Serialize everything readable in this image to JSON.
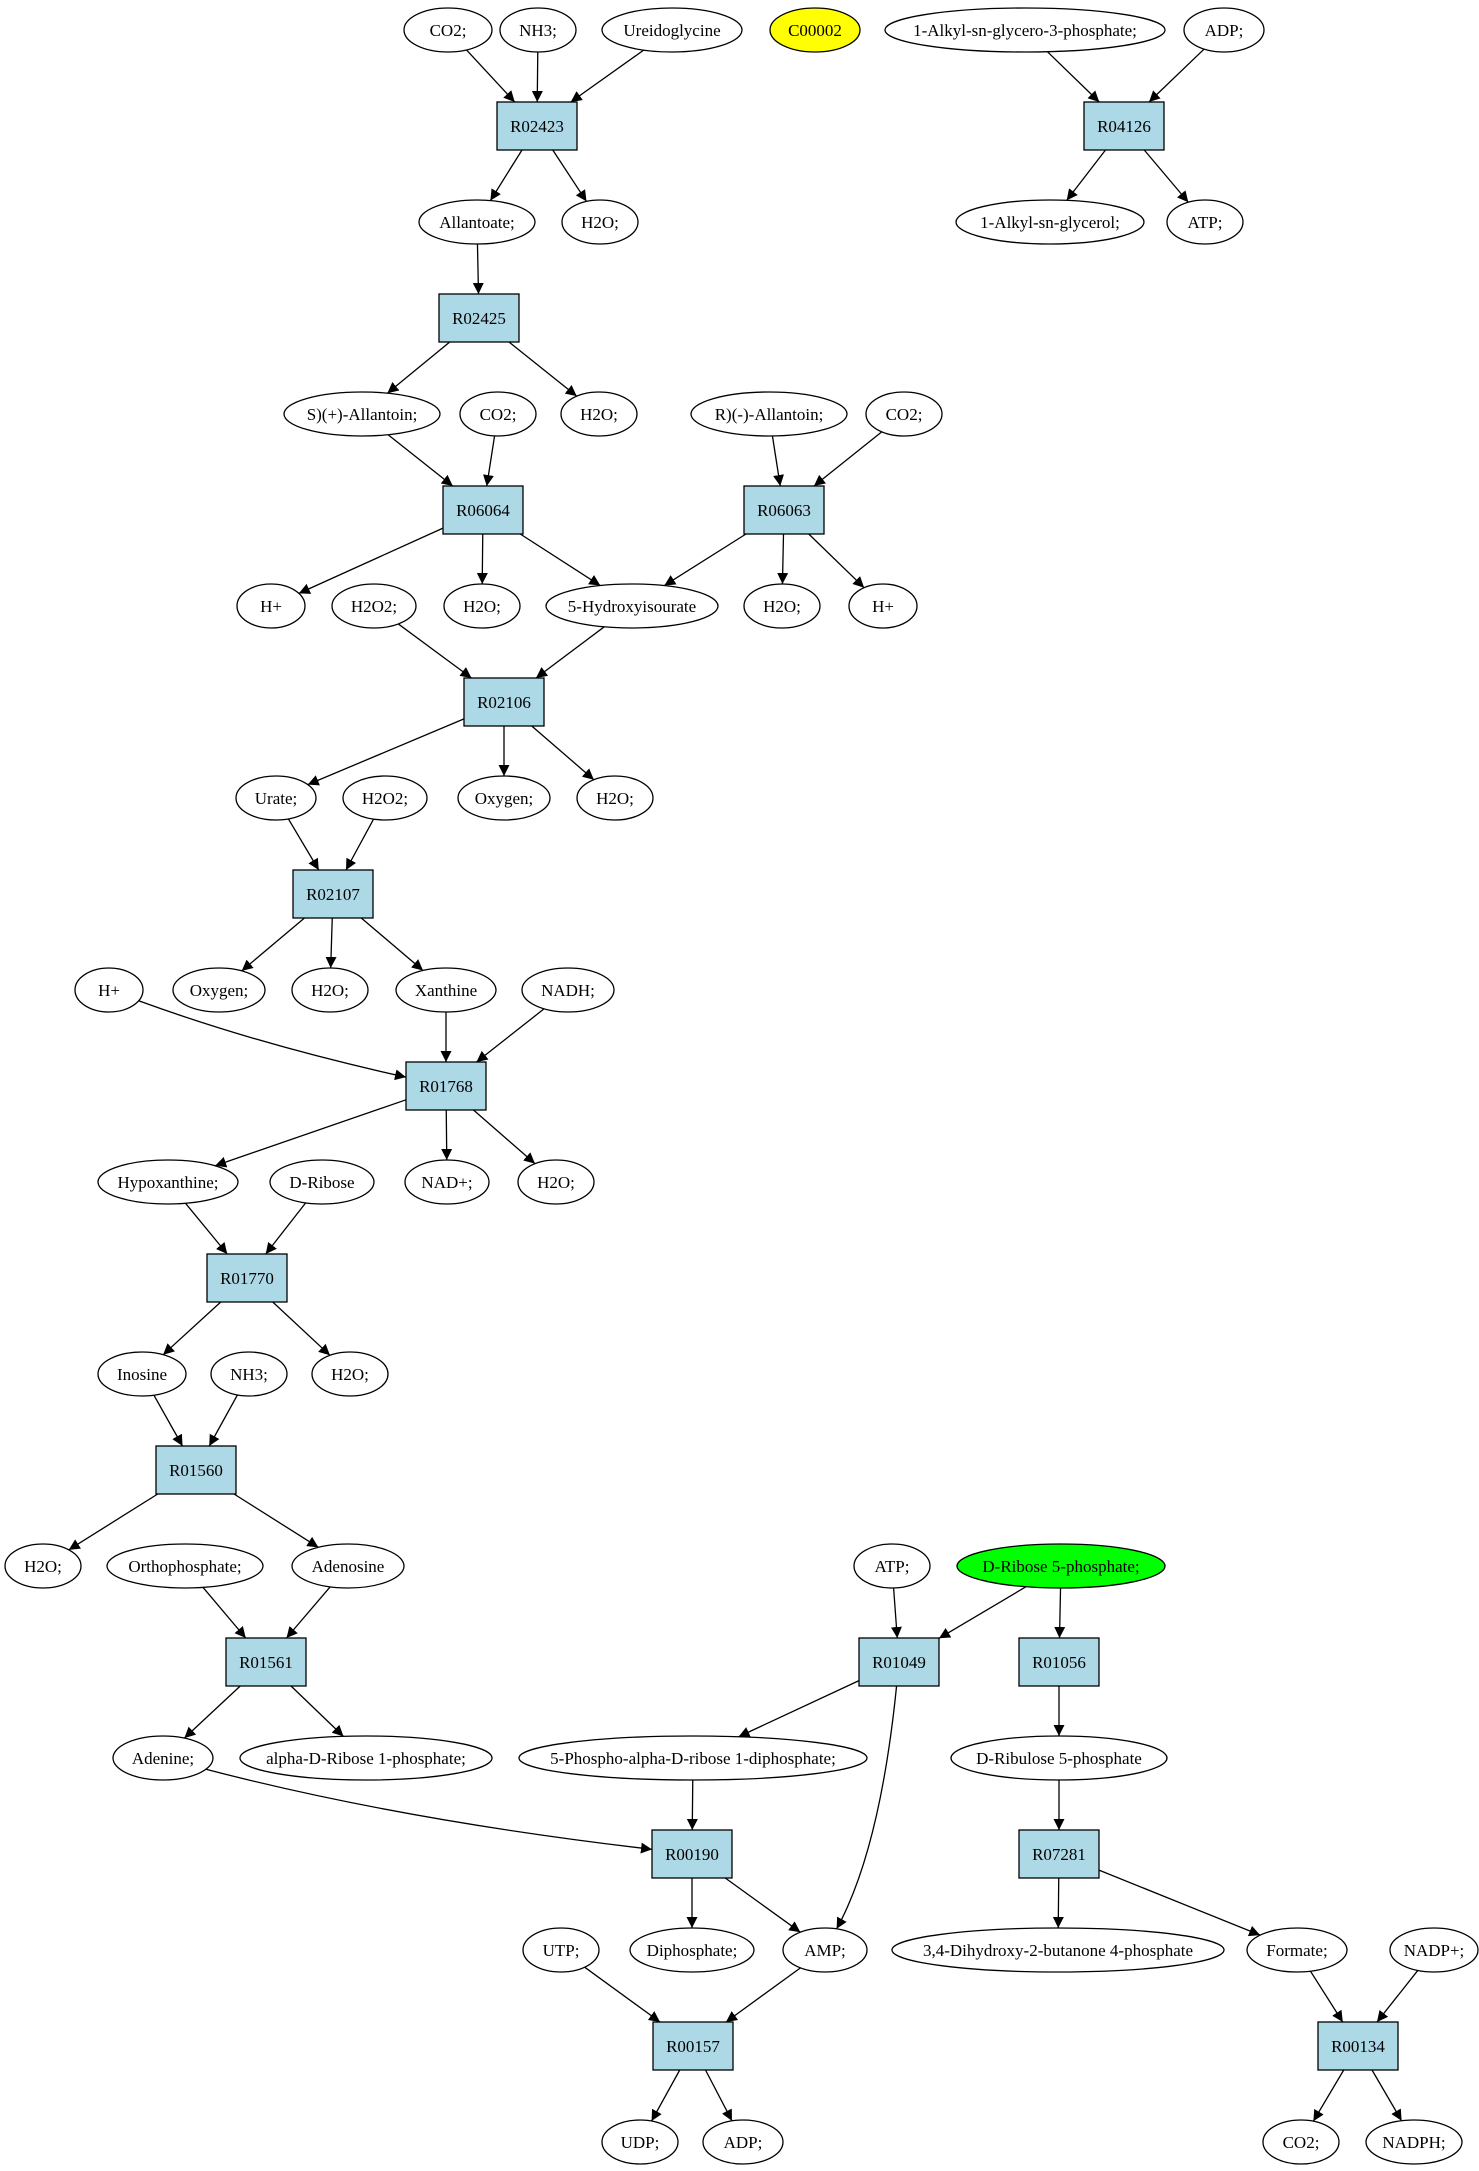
{
  "colors": {
    "reaction_fill": "#add8e6",
    "compound_fill": "#ffffff",
    "highlight_yellow": "#ffff00",
    "highlight_green": "#00ff00",
    "line": "#000000"
  },
  "nodes": [
    {
      "id": "c_co2_1",
      "label": "CO2;",
      "kind": "compound"
    },
    {
      "id": "c_nh3_1",
      "label": "NH3;",
      "kind": "compound"
    },
    {
      "id": "c_ureidoglycine",
      "label": "Ureidoglycine",
      "kind": "compound"
    },
    {
      "id": "c_c00002",
      "label": "C00002",
      "kind": "compound",
      "fill": "#ffff00"
    },
    {
      "id": "c_alkylg3p",
      "label": "1-Alkyl-sn-glycero-3-phosphate;",
      "kind": "compound"
    },
    {
      "id": "c_adp_1",
      "label": "ADP;",
      "kind": "compound"
    },
    {
      "id": "r_R02423",
      "label": "R02423",
      "kind": "reaction"
    },
    {
      "id": "r_R04126",
      "label": "R04126",
      "kind": "reaction"
    },
    {
      "id": "c_allantoate",
      "label": "Allantoate;",
      "kind": "compound"
    },
    {
      "id": "c_h2o_1",
      "label": "H2O;",
      "kind": "compound"
    },
    {
      "id": "c_alkylglycerol",
      "label": "1-Alkyl-sn-glycerol;",
      "kind": "compound"
    },
    {
      "id": "c_atp_1",
      "label": "ATP;",
      "kind": "compound"
    },
    {
      "id": "r_R02425",
      "label": "R02425",
      "kind": "reaction"
    },
    {
      "id": "c_sallantoin",
      "label": "S)(+)-Allantoin;",
      "kind": "compound"
    },
    {
      "id": "c_co2_2",
      "label": "CO2;",
      "kind": "compound"
    },
    {
      "id": "c_h2o_2",
      "label": "H2O;",
      "kind": "compound"
    },
    {
      "id": "c_rallantoin",
      "label": "R)(-)-Allantoin;",
      "kind": "compound"
    },
    {
      "id": "c_co2_3",
      "label": "CO2;",
      "kind": "compound"
    },
    {
      "id": "r_R06064",
      "label": "R06064",
      "kind": "reaction"
    },
    {
      "id": "r_R06063",
      "label": "R06063",
      "kind": "reaction"
    },
    {
      "id": "c_hplus_1",
      "label": "H+",
      "kind": "compound"
    },
    {
      "id": "c_h2o2_1",
      "label": "H2O2;",
      "kind": "compound"
    },
    {
      "id": "c_h2o_3",
      "label": "H2O;",
      "kind": "compound"
    },
    {
      "id": "c_hydroxyisourate",
      "label": "5-Hydroxyisourate",
      "kind": "compound"
    },
    {
      "id": "c_h2o_4",
      "label": "H2O;",
      "kind": "compound"
    },
    {
      "id": "c_hplus_2",
      "label": "H+",
      "kind": "compound"
    },
    {
      "id": "r_R02106",
      "label": "R02106",
      "kind": "reaction"
    },
    {
      "id": "c_urate",
      "label": "Urate;",
      "kind": "compound"
    },
    {
      "id": "c_h2o2_2",
      "label": "H2O2;",
      "kind": "compound"
    },
    {
      "id": "c_oxygen_1",
      "label": "Oxygen;",
      "kind": "compound"
    },
    {
      "id": "c_h2o_5",
      "label": "H2O;",
      "kind": "compound"
    },
    {
      "id": "r_R02107",
      "label": "R02107",
      "kind": "reaction"
    },
    {
      "id": "c_hplus_3",
      "label": "H+",
      "kind": "compound"
    },
    {
      "id": "c_oxygen_2",
      "label": "Oxygen;",
      "kind": "compound"
    },
    {
      "id": "c_h2o_6",
      "label": "H2O;",
      "kind": "compound"
    },
    {
      "id": "c_xanthine",
      "label": "Xanthine",
      "kind": "compound"
    },
    {
      "id": "c_nadh",
      "label": "NADH;",
      "kind": "compound"
    },
    {
      "id": "r_R01768",
      "label": "R01768",
      "kind": "reaction"
    },
    {
      "id": "c_hypoxanthine",
      "label": "Hypoxanthine;",
      "kind": "compound"
    },
    {
      "id": "c_dribose",
      "label": "D-Ribose",
      "kind": "compound"
    },
    {
      "id": "c_nadplus",
      "label": "NAD+;",
      "kind": "compound"
    },
    {
      "id": "c_h2o_7",
      "label": "H2O;",
      "kind": "compound"
    },
    {
      "id": "r_R01770",
      "label": "R01770",
      "kind": "reaction"
    },
    {
      "id": "c_inosine",
      "label": "Inosine",
      "kind": "compound"
    },
    {
      "id": "c_nh3_2",
      "label": "NH3;",
      "kind": "compound"
    },
    {
      "id": "c_h2o_8",
      "label": "H2O;",
      "kind": "compound"
    },
    {
      "id": "r_R01560",
      "label": "R01560",
      "kind": "reaction"
    },
    {
      "id": "c_h2o_9",
      "label": "H2O;",
      "kind": "compound"
    },
    {
      "id": "c_orthophosphate",
      "label": "Orthophosphate;",
      "kind": "compound"
    },
    {
      "id": "c_adenosine",
      "label": "Adenosine",
      "kind": "compound"
    },
    {
      "id": "c_atp_2",
      "label": "ATP;",
      "kind": "compound"
    },
    {
      "id": "c_ribose5p",
      "label": "D-Ribose 5-phosphate;",
      "kind": "compound",
      "fill": "#00ff00"
    },
    {
      "id": "r_R01561",
      "label": "R01561",
      "kind": "reaction"
    },
    {
      "id": "r_R01049",
      "label": "R01049",
      "kind": "reaction"
    },
    {
      "id": "r_R01056",
      "label": "R01056",
      "kind": "reaction"
    },
    {
      "id": "c_adenine",
      "label": "Adenine;",
      "kind": "compound"
    },
    {
      "id": "c_alpharibose1p",
      "label": "alpha-D-Ribose 1-phosphate;",
      "kind": "compound"
    },
    {
      "id": "c_prpp",
      "label": "5-Phospho-alpha-D-ribose 1-diphosphate;",
      "kind": "compound"
    },
    {
      "id": "c_ribulose5p",
      "label": "D-Ribulose 5-phosphate",
      "kind": "compound"
    },
    {
      "id": "r_R00190",
      "label": "R00190",
      "kind": "reaction"
    },
    {
      "id": "r_R07281",
      "label": "R07281",
      "kind": "reaction"
    },
    {
      "id": "c_utp",
      "label": "UTP;",
      "kind": "compound"
    },
    {
      "id": "c_diphosphate",
      "label": "Diphosphate;",
      "kind": "compound"
    },
    {
      "id": "c_amp",
      "label": "AMP;",
      "kind": "compound"
    },
    {
      "id": "c_dhbp",
      "label": "3,4-Dihydroxy-2-butanone 4-phosphate",
      "kind": "compound"
    },
    {
      "id": "c_formate",
      "label": "Formate;",
      "kind": "compound"
    },
    {
      "id": "c_nadpplus",
      "label": "NADP+;",
      "kind": "compound"
    },
    {
      "id": "r_R00157",
      "label": "R00157",
      "kind": "reaction"
    },
    {
      "id": "r_R00134",
      "label": "R00134",
      "kind": "reaction"
    },
    {
      "id": "c_udp",
      "label": "UDP;",
      "kind": "compound"
    },
    {
      "id": "c_adp_2",
      "label": "ADP;",
      "kind": "compound"
    },
    {
      "id": "c_co2_4",
      "label": "CO2;",
      "kind": "compound"
    },
    {
      "id": "c_nadph",
      "label": "NADPH;",
      "kind": "compound"
    }
  ],
  "edges": [
    [
      "c_co2_1",
      "r_R02423"
    ],
    [
      "c_nh3_1",
      "r_R02423"
    ],
    [
      "c_ureidoglycine",
      "r_R02423"
    ],
    [
      "r_R02423",
      "c_allantoate"
    ],
    [
      "r_R02423",
      "c_h2o_1"
    ],
    [
      "c_alkylg3p",
      "r_R04126"
    ],
    [
      "c_adp_1",
      "r_R04126"
    ],
    [
      "r_R04126",
      "c_alkylglycerol"
    ],
    [
      "r_R04126",
      "c_atp_1"
    ],
    [
      "c_allantoate",
      "r_R02425"
    ],
    [
      "r_R02425",
      "c_sallantoin"
    ],
    [
      "r_R02425",
      "c_h2o_2"
    ],
    [
      "c_sallantoin",
      "r_R06064"
    ],
    [
      "c_co2_2",
      "r_R06064"
    ],
    [
      "c_rallantoin",
      "r_R06063"
    ],
    [
      "c_co2_3",
      "r_R06063"
    ],
    [
      "r_R06064",
      "c_hplus_1"
    ],
    [
      "r_R06064",
      "c_h2o_3"
    ],
    [
      "r_R06064",
      "c_hydroxyisourate"
    ],
    [
      "r_R06063",
      "c_hydroxyisourate"
    ],
    [
      "r_R06063",
      "c_h2o_4"
    ],
    [
      "r_R06063",
      "c_hplus_2"
    ],
    [
      "c_h2o2_1",
      "r_R02106"
    ],
    [
      "c_hydroxyisourate",
      "r_R02106"
    ],
    [
      "r_R02106",
      "c_urate"
    ],
    [
      "r_R02106",
      "c_oxygen_1"
    ],
    [
      "r_R02106",
      "c_h2o_5"
    ],
    [
      "c_urate",
      "r_R02107"
    ],
    [
      "c_h2o2_2",
      "r_R02107"
    ],
    [
      "r_R02107",
      "c_oxygen_2"
    ],
    [
      "r_R02107",
      "c_h2o_6"
    ],
    [
      "r_R02107",
      "c_xanthine"
    ],
    [
      "c_hplus_3",
      "r_R01768"
    ],
    [
      "c_xanthine",
      "r_R01768"
    ],
    [
      "c_nadh",
      "r_R01768"
    ],
    [
      "r_R01768",
      "c_hypoxanthine"
    ],
    [
      "r_R01768",
      "c_nadplus"
    ],
    [
      "r_R01768",
      "c_h2o_7"
    ],
    [
      "c_hypoxanthine",
      "r_R01770"
    ],
    [
      "c_dribose",
      "r_R01770"
    ],
    [
      "r_R01770",
      "c_inosine"
    ],
    [
      "r_R01770",
      "c_h2o_8"
    ],
    [
      "c_inosine",
      "r_R01560"
    ],
    [
      "c_nh3_2",
      "r_R01560"
    ],
    [
      "r_R01560",
      "c_h2o_9"
    ],
    [
      "r_R01560",
      "c_adenosine"
    ],
    [
      "c_orthophosphate",
      "r_R01561"
    ],
    [
      "c_adenosine",
      "r_R01561"
    ],
    [
      "r_R01561",
      "c_adenine"
    ],
    [
      "r_R01561",
      "c_alpharibose1p"
    ],
    [
      "c_atp_2",
      "r_R01049"
    ],
    [
      "c_ribose5p",
      "r_R01049"
    ],
    [
      "c_ribose5p",
      "r_R01056"
    ],
    [
      "r_R01049",
      "c_prpp"
    ],
    [
      "r_R01049",
      "c_amp"
    ],
    [
      "r_R01056",
      "c_ribulose5p"
    ],
    [
      "c_adenine",
      "r_R00190"
    ],
    [
      "c_prpp",
      "r_R00190"
    ],
    [
      "r_R00190",
      "c_diphosphate"
    ],
    [
      "r_R00190",
      "c_amp"
    ],
    [
      "c_ribulose5p",
      "r_R07281"
    ],
    [
      "r_R07281",
      "c_dhbp"
    ],
    [
      "r_R07281",
      "c_formate"
    ],
    [
      "c_utp",
      "r_R00157"
    ],
    [
      "c_amp",
      "r_R00157"
    ],
    [
      "r_R00157",
      "c_udp"
    ],
    [
      "r_R00157",
      "c_adp_2"
    ],
    [
      "c_formate",
      "r_R00134"
    ],
    [
      "c_nadpplus",
      "r_R00134"
    ],
    [
      "r_R00134",
      "c_co2_4"
    ],
    [
      "r_R00134",
      "c_nadph"
    ]
  ]
}
